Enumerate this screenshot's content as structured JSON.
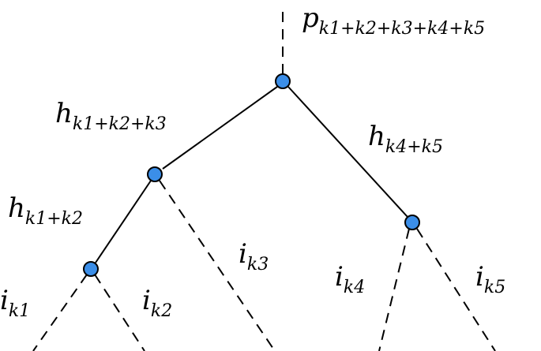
{
  "colors": {
    "node_fill": "#3b8ee8",
    "stroke": "#000000",
    "background": "#ffffff"
  },
  "labels": {
    "root_output": {
      "base": "p",
      "subscript": "k1+k2+k3+k4+k5"
    },
    "edge_left_upper": {
      "base": "h",
      "subscript": "k1+k2+k3"
    },
    "edge_right_upper": {
      "base": "h",
      "subscript": "k4+k5"
    },
    "edge_left_lower": {
      "base": "h",
      "subscript": "k1+k2"
    },
    "leaf_k1": {
      "base": "i",
      "subscript": "k1"
    },
    "leaf_k2": {
      "base": "i",
      "subscript": "k2"
    },
    "leaf_k3": {
      "base": "i",
      "subscript": "k3"
    },
    "leaf_k4": {
      "base": "i",
      "subscript": "k4"
    },
    "leaf_k5": {
      "base": "i",
      "subscript": "k5"
    }
  }
}
